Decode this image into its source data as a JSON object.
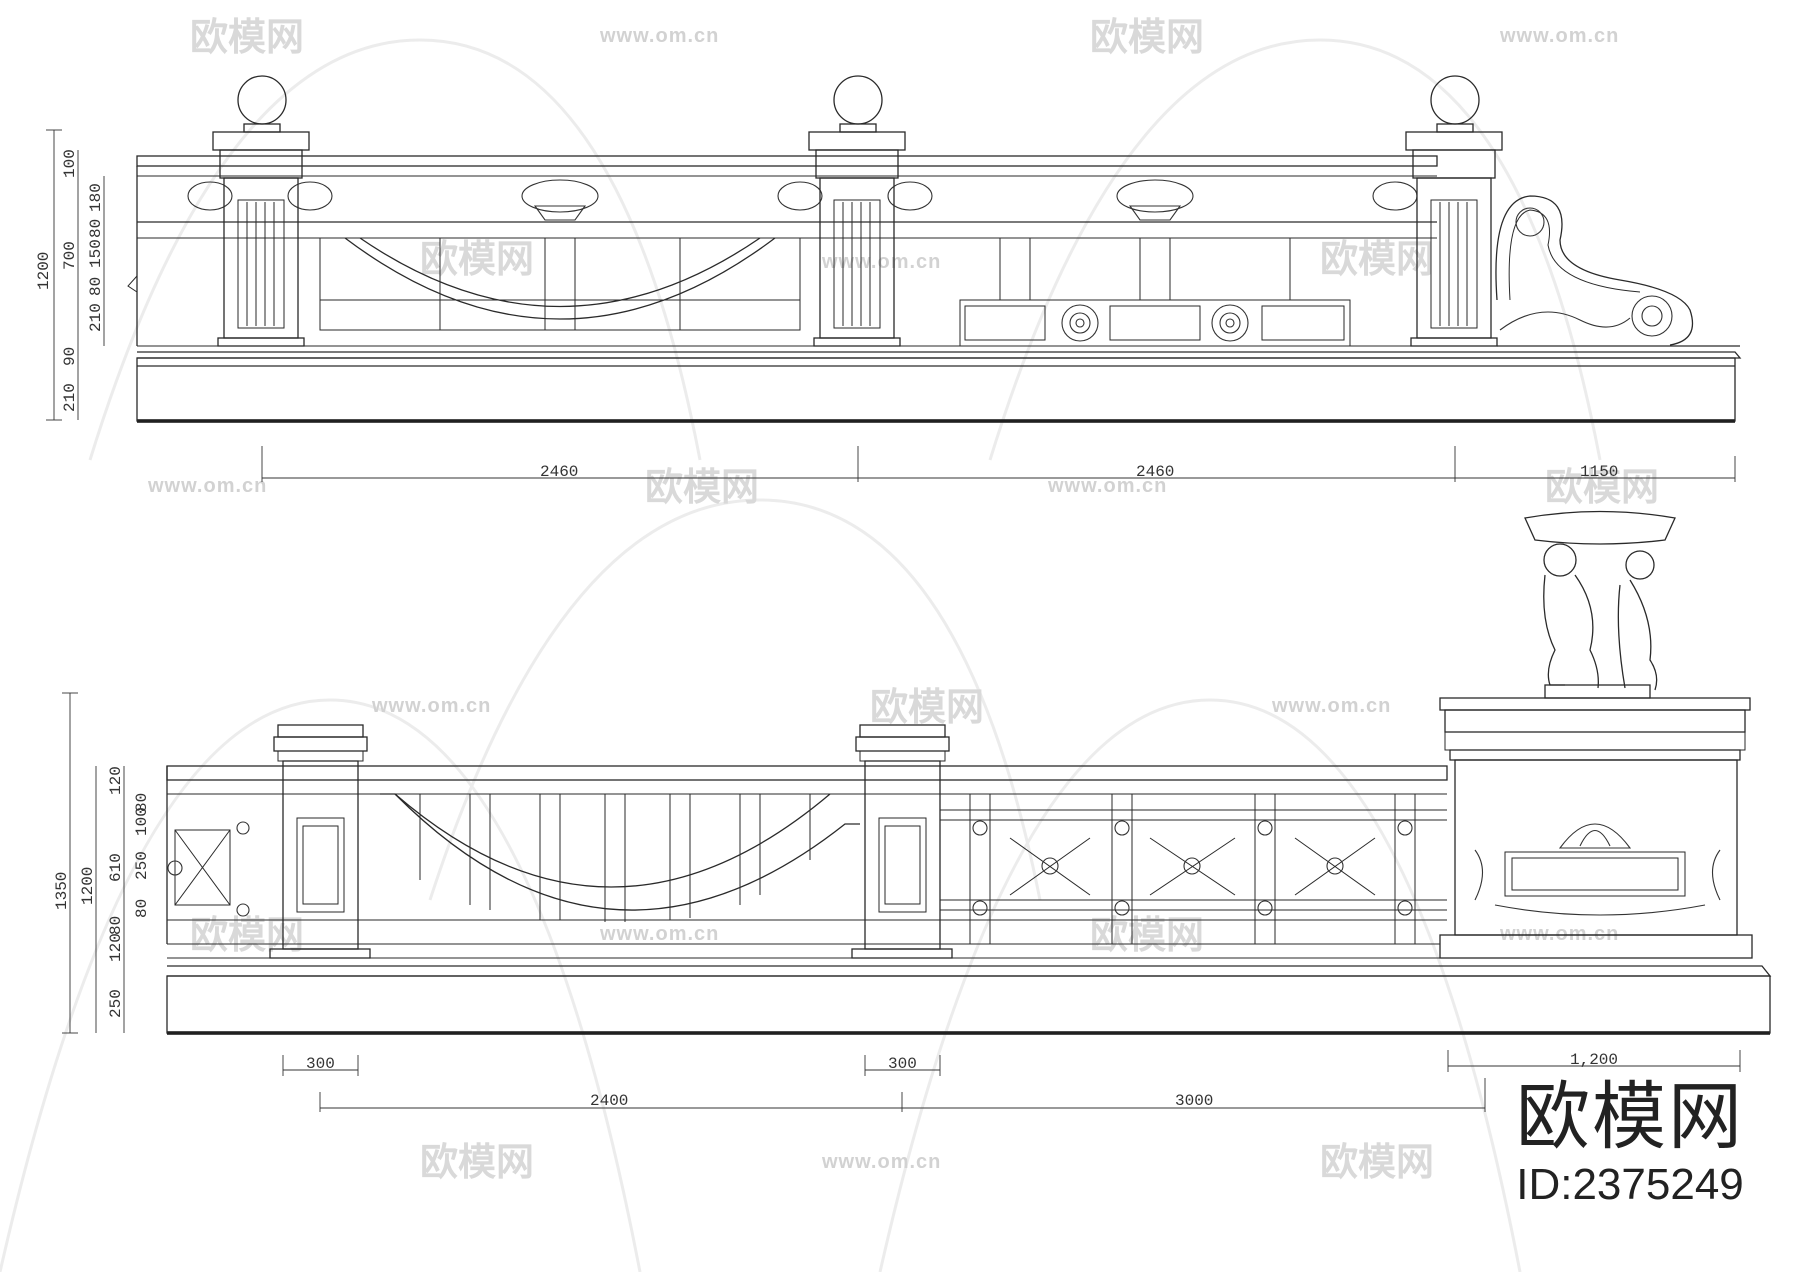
{
  "watermark": {
    "brand_cn": "欧模网",
    "url": "www.om.cn"
  },
  "brand": {
    "name": "欧模网",
    "id_text": "ID:2375249"
  },
  "upper_elevation": {
    "vertical_dims": {
      "overall": "1200",
      "parts": [
        "100",
        "180",
        "80",
        "150",
        "700",
        "80",
        "210",
        "90",
        "210"
      ]
    },
    "horizontal_dims": [
      "2460",
      "2460",
      "1150"
    ]
  },
  "lower_elevation": {
    "vertical_dims": {
      "overall": "1350",
      "sub_overall": "1200",
      "parts": [
        "120",
        "80",
        "100",
        "610",
        "250",
        "80",
        "80",
        "120",
        "250"
      ]
    },
    "horizontal_dims_top": [
      "300",
      "300",
      "1,200"
    ],
    "horizontal_dims_bottom": [
      "2400",
      "3000"
    ]
  }
}
